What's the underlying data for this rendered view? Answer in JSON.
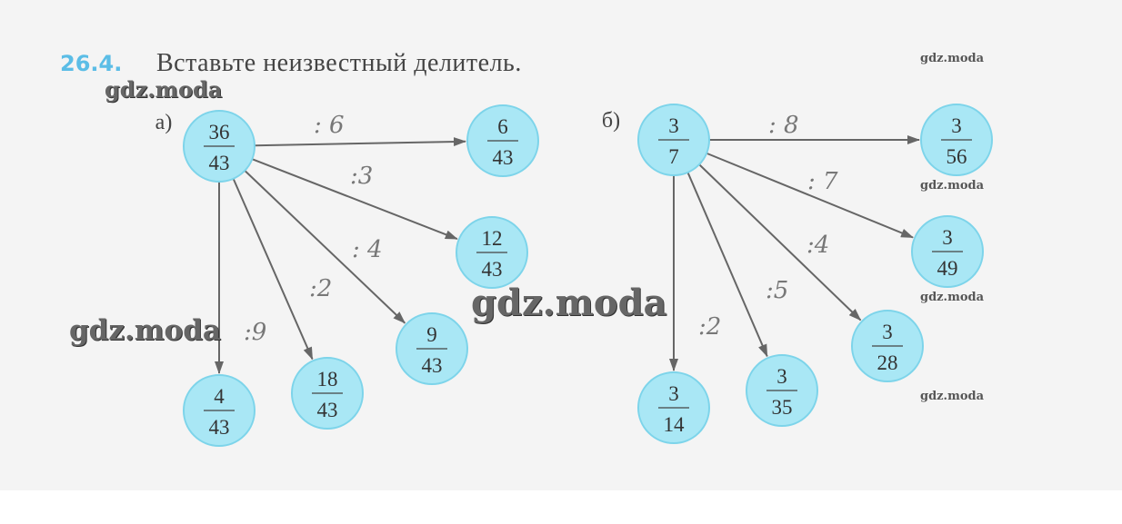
{
  "exercise": {
    "number": "26.4.",
    "title": "Вставьте неизвестный делитель."
  },
  "watermark": "gdz.moda",
  "colors": {
    "circle_fill": "#a9e7f5",
    "circle_stroke": "#7dd4ea",
    "arrow": "#666666",
    "number": "#5bbde6"
  },
  "diagrams": [
    {
      "label": "а)",
      "source": {
        "num": "36",
        "den": "43"
      },
      "targets": [
        {
          "num": "6",
          "den": "43",
          "divisor": ": 6"
        },
        {
          "num": "12",
          "den": "43",
          "divisor": ":3"
        },
        {
          "num": "9",
          "den": "43",
          "divisor": ": 4"
        },
        {
          "num": "18",
          "den": "43",
          "divisor": ":2"
        },
        {
          "num": "4",
          "den": "43",
          "divisor": ":9"
        }
      ]
    },
    {
      "label": "б)",
      "source": {
        "num": "3",
        "den": "7"
      },
      "targets": [
        {
          "num": "3",
          "den": "56",
          "divisor": ": 8"
        },
        {
          "num": "3",
          "den": "49",
          "divisor": ": 7"
        },
        {
          "num": "3",
          "den": "28",
          "divisor": ":4"
        },
        {
          "num": "3",
          "den": "35",
          "divisor": ":5"
        },
        {
          "num": "3",
          "den": "14",
          "divisor": ":2"
        }
      ]
    }
  ]
}
